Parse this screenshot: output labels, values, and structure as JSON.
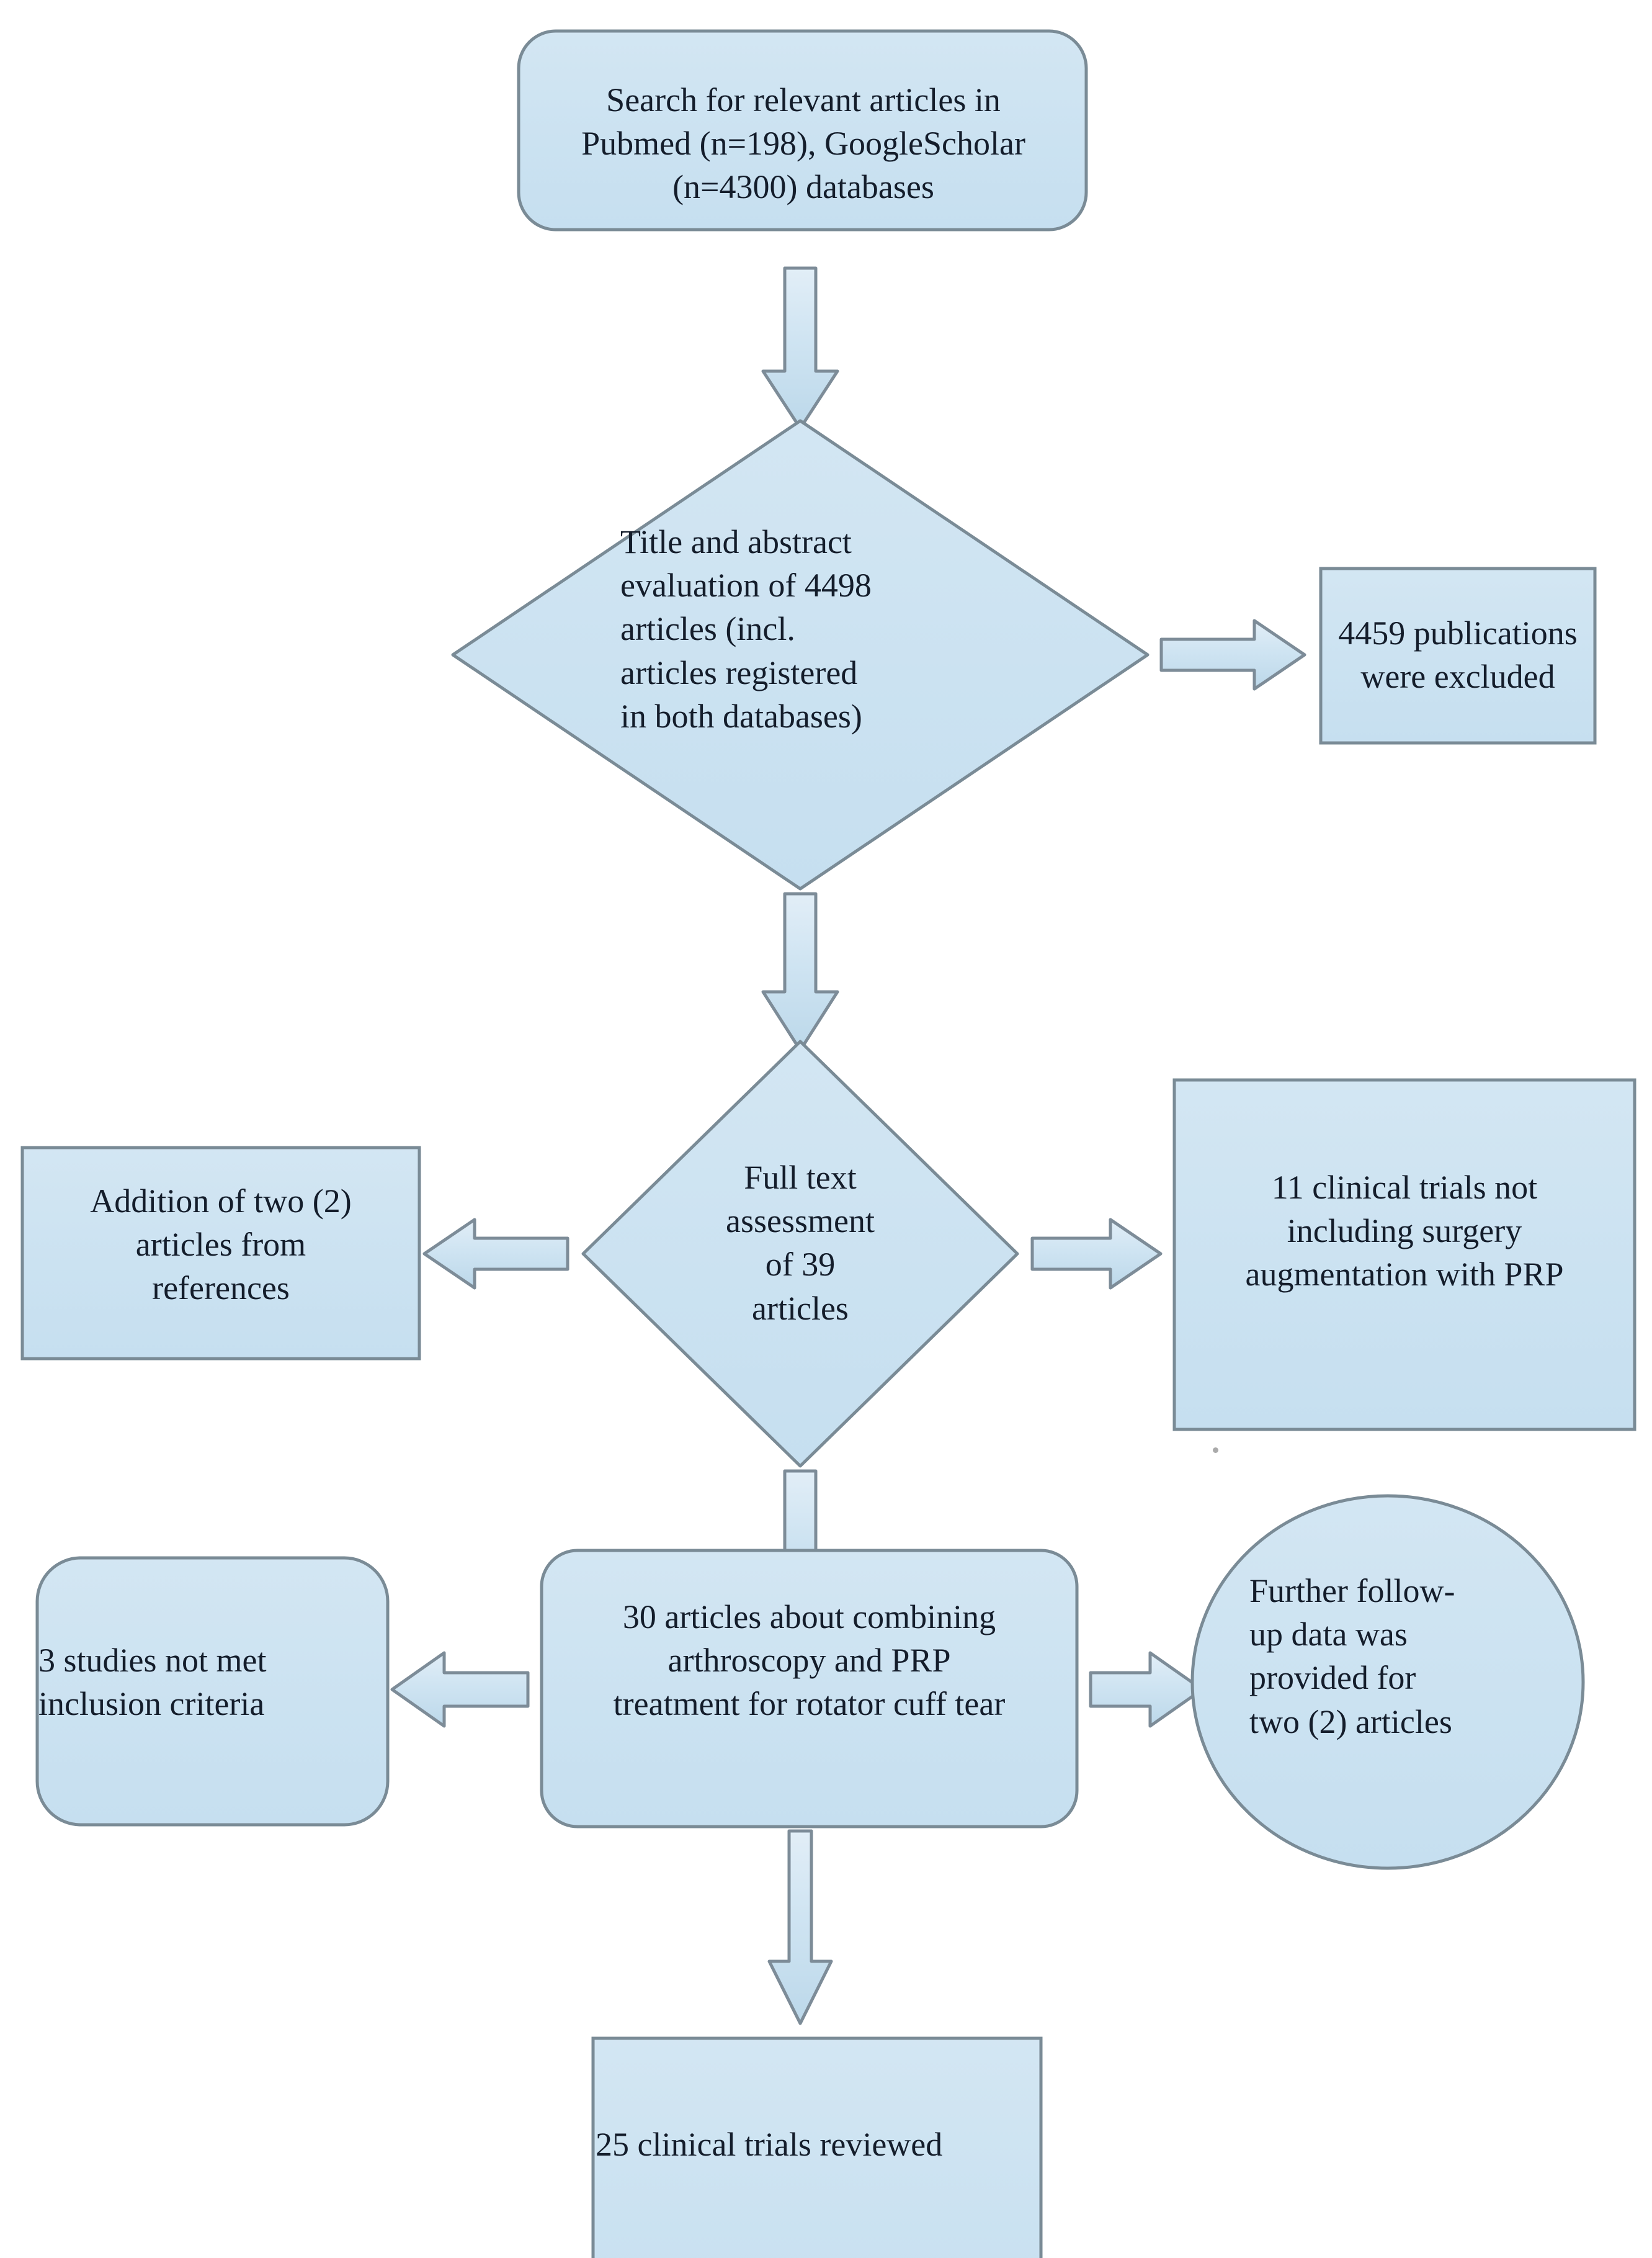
{
  "diagram": {
    "type": "prisma-flowchart",
    "title": "Study selection flow diagram",
    "palette": {
      "shape_fill": "#cfe4f2",
      "shape_fill_light": "#dbeaf5",
      "shape_stroke": "#7a8b96",
      "arrow_fill": "#cfe4f2",
      "arrow_stroke": "#7d8c98",
      "text": "#141d2b",
      "background": "#ffffff"
    },
    "nodes": [
      {
        "id": "search",
        "shape": "rounded-rectangle",
        "align": "center",
        "text": "Search for relevant articles in\nPubmed (n=198), GoogleScholar\n(n=4300) databases"
      },
      {
        "id": "title-abstract",
        "shape": "diamond",
        "align": "left",
        "text": "Title and abstract\nevaluation of 4498\narticles (incl.\narticles registered\nin both databases)"
      },
      {
        "id": "excluded-publications",
        "shape": "rectangle",
        "align": "center",
        "text": "4459 publications\nwere excluded"
      },
      {
        "id": "full-text",
        "shape": "diamond",
        "align": "center",
        "text": "Full text\nassessment\nof 39\narticles"
      },
      {
        "id": "addition-references",
        "shape": "rectangle",
        "align": "center",
        "text": "Addition of two (2)\narticles from\nreferences"
      },
      {
        "id": "no-surgery-augmentation",
        "shape": "rectangle",
        "align": "center",
        "text": "11 clinical trials not\nincluding surgery\naugmentation with PRP"
      },
      {
        "id": "combining-arthroscopy",
        "shape": "rounded-rectangle",
        "align": "center",
        "text": "30 articles about combining\narthroscopy and PRP\ntreatment for rotator cuff tear"
      },
      {
        "id": "not-met-criteria",
        "shape": "rounded-rectangle",
        "align": "left",
        "text": "3 studies not met\ninclusion criteria"
      },
      {
        "id": "further-followup",
        "shape": "ellipse",
        "align": "left",
        "text": "Further follow-\nup data was\nprovided for\ntwo (2) articles"
      },
      {
        "id": "reviewed",
        "shape": "rectangle",
        "align": "left",
        "text": "25 clinical trials reviewed"
      }
    ],
    "edges": [
      {
        "id": "search-to-title",
        "from": "search",
        "to": "title-abstract",
        "direction": "down"
      },
      {
        "id": "title-to-excluded",
        "from": "title-abstract",
        "to": "excluded-publications",
        "direction": "right"
      },
      {
        "id": "title-to-fulltext",
        "from": "title-abstract",
        "to": "full-text",
        "direction": "down"
      },
      {
        "id": "fulltext-to-addition",
        "from": "full-text",
        "to": "addition-references",
        "direction": "left"
      },
      {
        "id": "fulltext-to-nosurgery",
        "from": "full-text",
        "to": "no-surgery-augmentation",
        "direction": "right"
      },
      {
        "id": "fulltext-to-combining",
        "from": "full-text",
        "to": "combining-arthroscopy",
        "direction": "down"
      },
      {
        "id": "combining-to-notmet",
        "from": "combining-arthroscopy",
        "to": "not-met-criteria",
        "direction": "left"
      },
      {
        "id": "combining-to-followup",
        "from": "combining-arthroscopy",
        "to": "further-followup",
        "direction": "right"
      },
      {
        "id": "combining-to-reviewed",
        "from": "combining-arthroscopy",
        "to": "reviewed",
        "direction": "down"
      }
    ]
  }
}
